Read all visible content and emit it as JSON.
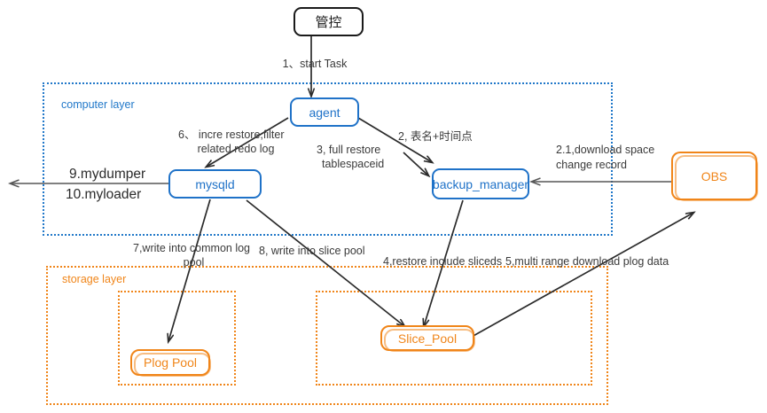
{
  "diagram": {
    "title_node": {
      "label": "管控"
    },
    "layers": [
      {
        "name": "computer-layer",
        "label": "computer layer",
        "color": "#2178c9"
      },
      {
        "name": "storage-layer",
        "label": "storage layer",
        "color": "#f08519"
      }
    ],
    "nodes": [
      {
        "id": "guankong",
        "label": "管控",
        "color": "#1a1a1a"
      },
      {
        "id": "agent",
        "label": "agent",
        "color": "#1f72c8"
      },
      {
        "id": "mysqld",
        "label": "mysqld",
        "color": "#1f72c8"
      },
      {
        "id": "backup_manager",
        "label": "backup_manager",
        "color": "#1f72c8"
      },
      {
        "id": "obs",
        "label": "OBS",
        "color": "#f08519"
      },
      {
        "id": "plog_pool",
        "label": "Plog Pool",
        "color": "#f08519"
      },
      {
        "id": "slice_pool",
        "label": "Slice_Pool",
        "color": "#f08519"
      }
    ],
    "edges": [
      {
        "id": "e1",
        "label": "1、start Task",
        "from": "guankong",
        "to": "agent"
      },
      {
        "id": "e2",
        "label": "2, 表名+时间点",
        "from": "agent",
        "to": "backup_manager"
      },
      {
        "id": "e3",
        "label": "3, full restore\ntablespaceid",
        "from": "agent",
        "to": "backup_manager"
      },
      {
        "id": "e6",
        "label": "6、 incre restore,filter\nrelated redo log",
        "from": "agent",
        "to": "mysqld"
      },
      {
        "id": "e21",
        "label": "2.1,download space\nchange record",
        "from": "obs",
        "to": "backup_manager"
      },
      {
        "id": "e9",
        "label": "9.mydumper\n10.myloader",
        "from": "mysqld",
        "to": "external"
      },
      {
        "id": "e7",
        "label": "7,write into common log\npool",
        "from": "mysqld",
        "to": "plog_pool"
      },
      {
        "id": "e8",
        "label": "8, write into slice pool",
        "from": "mysqld",
        "to": "slice_pool"
      },
      {
        "id": "e4",
        "label": "4,restore include sliceds",
        "from": "backup_manager",
        "to": "slice_pool"
      },
      {
        "id": "e5",
        "label": "5,multi range download plog data",
        "from": "slice_pool",
        "to": "obs"
      }
    ],
    "edge_labels": {
      "start_task": "1、start Task",
      "table_time": "2, 表名+时间点",
      "full_restore_l1": "3, full restore",
      "full_restore_l2": "tablespaceid",
      "incre_restore_l1": "6、 incre restore,filter",
      "incre_restore_l2": "related redo log",
      "download_space_l1": "2.1,download space",
      "download_space_l2": "change record",
      "mydumper": "9.mydumper",
      "myloader": "10.myloader",
      "write_common_log_l1": "7,write into common log",
      "write_common_log_l2": "pool",
      "write_slice_pool": "8, write into slice pool",
      "restore_include_sliceds": "4,restore include sliceds",
      "multi_range_download": "5,multi range download plog data"
    }
  }
}
